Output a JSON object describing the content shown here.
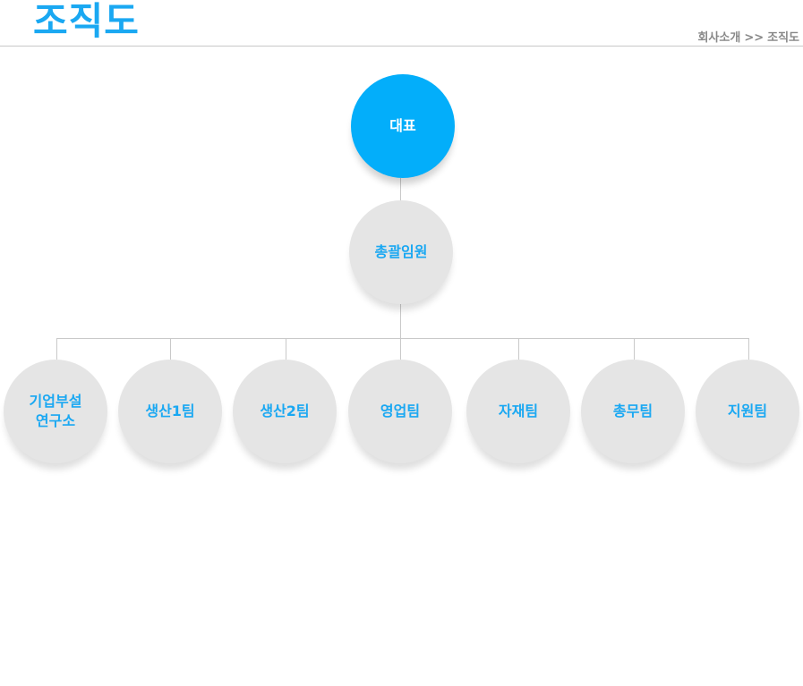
{
  "header": {
    "title": "조직도",
    "breadcrumb": {
      "parent": "회사소개",
      "separator": ">>",
      "current": "조직도"
    }
  },
  "org": {
    "ceo": "대표",
    "executive": "총괄임원",
    "teams": [
      "기업부설\n연구소",
      "생산1팀",
      "생산2팀",
      "영업팀",
      "자재팀",
      "총무팀",
      "지원팀"
    ]
  },
  "colors": {
    "accent": "#1aa8f2",
    "ceo_fill": "#03aefa",
    "node_fill": "#e5e5e5",
    "line": "#c9c9c9"
  }
}
